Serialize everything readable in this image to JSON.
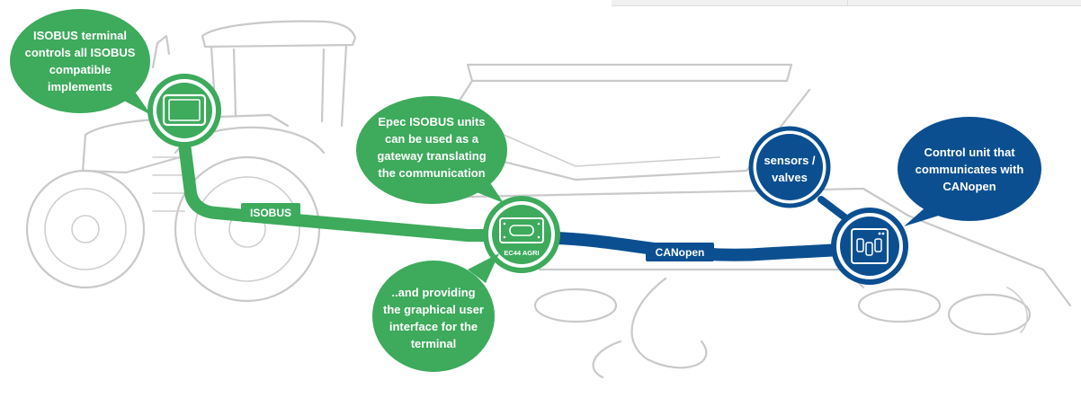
{
  "colors": {
    "green": "#3daa5c",
    "blue": "#0b4f91",
    "outline": "#c9c9c9"
  },
  "bubbles": {
    "terminal": [
      "ISOBUS terminal",
      "controls all ISOBUS",
      "compatible",
      "implements"
    ],
    "gateway": [
      "Epec ISOBUS units",
      "can be used as a",
      "gateway translating",
      "the communication"
    ],
    "gui": [
      "..and providing",
      "the graphical user",
      "interface for the",
      "terminal"
    ],
    "sensors": [
      "sensors /",
      "valves"
    ],
    "control": [
      "Control unit that",
      "communicates with",
      "CANopen"
    ]
  },
  "buses": {
    "isobus": "ISOBUS",
    "canopen": "CANopen"
  },
  "units": {
    "ec44": "EC44 AGRI"
  },
  "icons": [
    "terminal-screen-icon",
    "ec44-unit-icon",
    "control-unit-icon"
  ]
}
